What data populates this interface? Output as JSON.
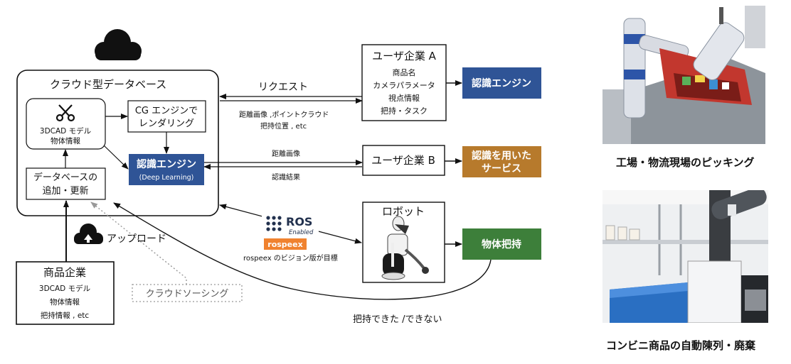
{
  "cloud_db": {
    "title": "クラウド型データベース",
    "cad_line1": "3DCAD モデル",
    "cad_line2": "物体情報",
    "cg_line1": "CG エンジンで",
    "cg_line2": "レンダリング",
    "engine_title": "認識エンジン",
    "engine_sub": "(Deep Learning)",
    "db_line1": "データベースの",
    "db_line2": "追加・更新"
  },
  "user_a": {
    "title": "ユーザ企業 A",
    "items": [
      "商品名",
      "カメラパラメータ",
      "視点情報",
      "把持・タスク"
    ]
  },
  "user_b": {
    "title": "ユーザ企業 B"
  },
  "robot": {
    "title": "ロボット"
  },
  "outputs": {
    "engine": "認識エンジン",
    "service_line1": "認識を用いた",
    "service_line2": "サービス",
    "grasp": "物体把持"
  },
  "arrows": {
    "request": "リクエスト",
    "depth_pc": "距離画像 ,ポイントクラウド",
    "grasp_pos": "把持位置 , etc",
    "depth": "距離画像",
    "result": "認識結果",
    "upload": "アップロード",
    "crowd": "クラウドソーシング",
    "feedback": "把持できた /できない"
  },
  "ros": {
    "logo": "ROS",
    "enabled": "Enabled",
    "rospeex": "rospeex",
    "caption": "rospeex のビジョン版が目標"
  },
  "company": {
    "title": "商品企業",
    "items": [
      "3DCAD モデル",
      "物体情報",
      "把持情報 , etc"
    ]
  },
  "captions": {
    "factory": "工場・物流現場のピッキング",
    "convenience": "コンビニ商品の自動陳列・廃棄"
  },
  "colors": {
    "blue_box": "#2f5496",
    "orange_box": "#b77a2c",
    "green_box": "#3d7f3a",
    "ros_orange": "#f0822f",
    "ros_navy": "#22314e"
  }
}
